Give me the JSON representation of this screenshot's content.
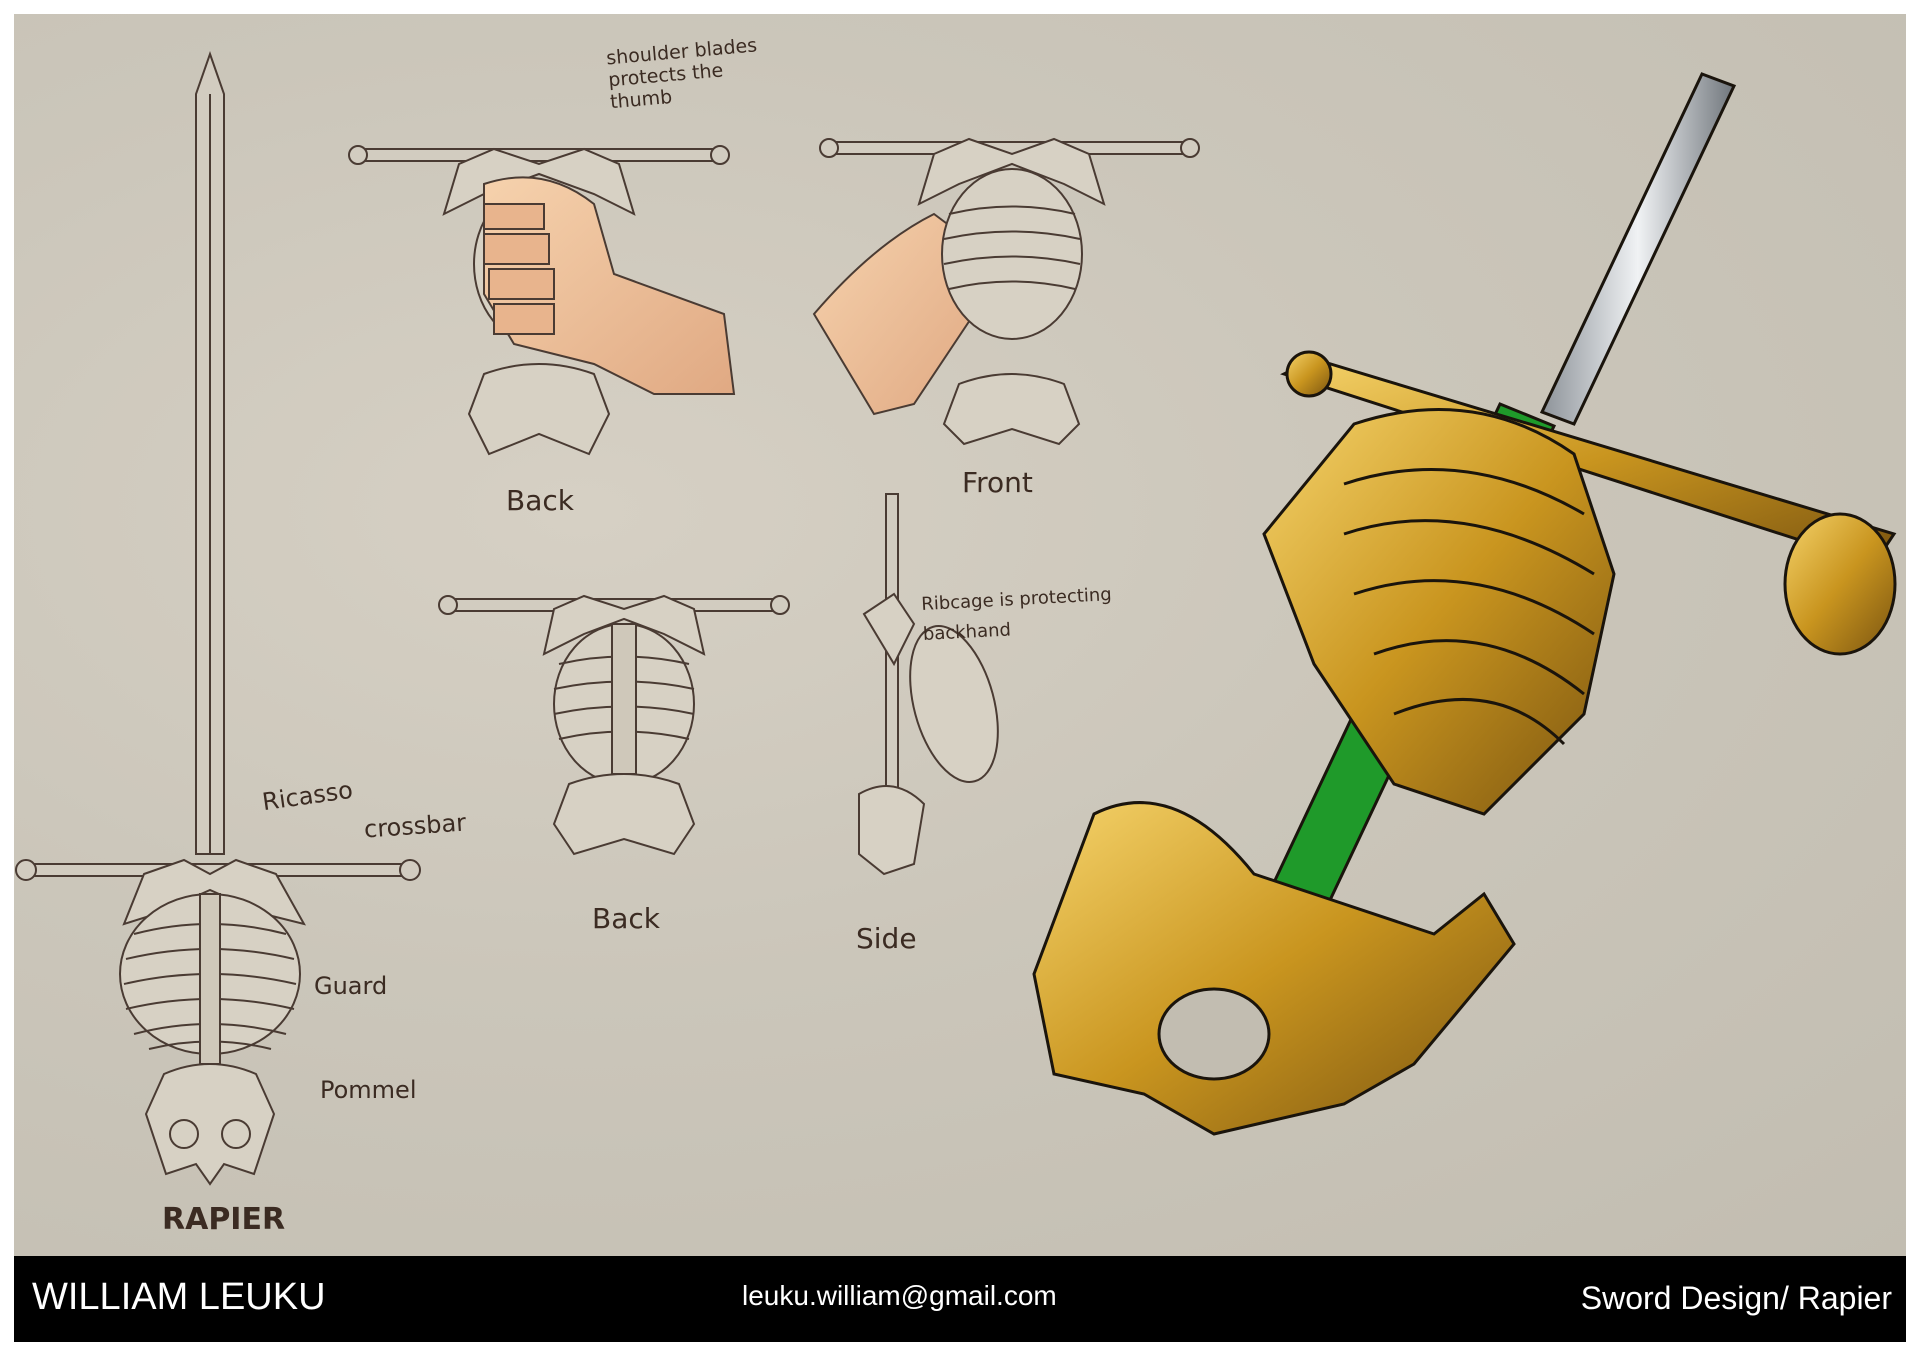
{
  "annotations": {
    "shoulder_blades": "shoulder blades protects the thumb",
    "back_top": "Back",
    "front": "Front",
    "back_middle": "Back",
    "ribcage_note": "Ribcage is protecting backhand",
    "side": "Side",
    "ricasso": "Ricasso",
    "crossbar": "crossbar",
    "guard": "Guard",
    "pommel": "Pommel",
    "rapier": "RAPIER"
  },
  "footer": {
    "name": "WILLIAM LEUKU",
    "email": "leuku.william@gmail.com",
    "title": "Sword Design/ Rapier"
  },
  "colors": {
    "paper": "#cbc6ba",
    "ink": "#4a3b33",
    "gold": "#c9951f",
    "grip_green": "#1f9a2a",
    "footer_bg": "#000000",
    "footer_text": "#ffffff"
  }
}
